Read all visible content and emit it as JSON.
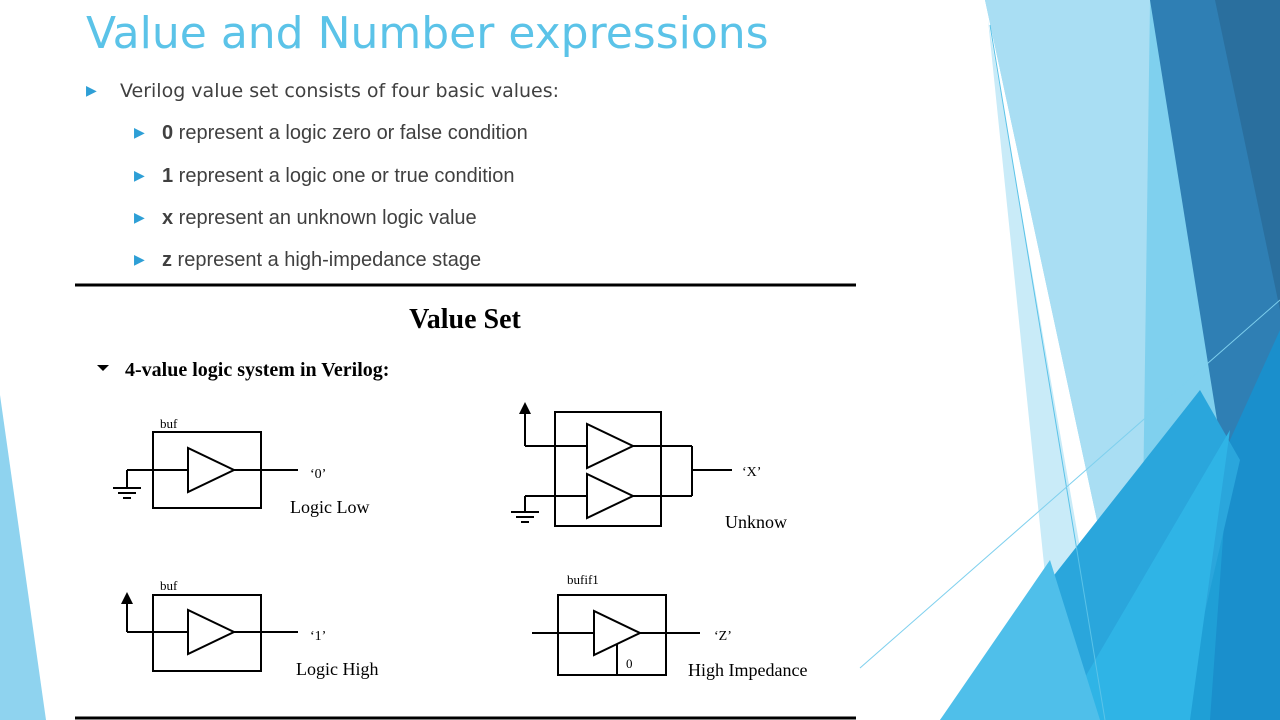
{
  "slide": {
    "title": "Value and Number expressions",
    "intro": "Verilog value set consists of four basic values:",
    "values": [
      {
        "term": "0",
        "text": " represent a logic zero or false condition"
      },
      {
        "term": "1",
        "text": " represent a logic one or true condition"
      },
      {
        "term": "x",
        "text": " represent an unknown logic value"
      },
      {
        "term": "z",
        "text": " represent a high-impedance stage"
      }
    ]
  },
  "figure": {
    "heading": "Value Set",
    "subheading": "4-value logic system in Verilog:",
    "cells": [
      {
        "gate": "buf",
        "output": "‘0’",
        "caption": "Logic Low"
      },
      {
        "gate": "",
        "output": "‘X’",
        "caption": "Unknow"
      },
      {
        "gate": "buf",
        "output": "‘1’",
        "caption": "Logic High"
      },
      {
        "gate": "bufif1",
        "output": "‘Z’",
        "control": "0",
        "caption": "High Impedance"
      }
    ]
  },
  "theme": {
    "accent": "#5bc3e8",
    "bullet": "#2e9fd6",
    "text": "#404040"
  }
}
